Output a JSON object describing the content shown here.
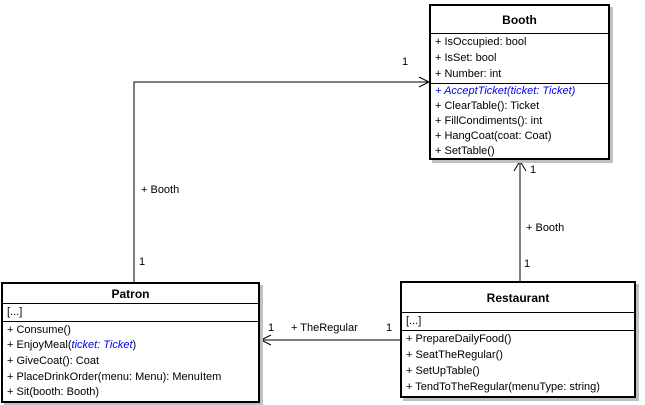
{
  "colors": {
    "abstract_blue": "#0000ee",
    "box_border": "#000000",
    "box_shadow": "#c0c0c0",
    "edge_line": "#000000",
    "background": "#ffffff"
  },
  "classes": {
    "booth": {
      "name": "Booth",
      "attributes": [
        {
          "segments": [
            {
              "text": "+ IsOccupied: bool"
            }
          ]
        },
        {
          "segments": [
            {
              "text": "+ IsSet: bool"
            }
          ]
        },
        {
          "segments": [
            {
              "text": "+ Number: int"
            }
          ]
        }
      ],
      "methods": [
        {
          "segments": [
            {
              "text": "+ AcceptTicket(ticket: Ticket)",
              "abstract": true
            }
          ]
        },
        {
          "segments": [
            {
              "text": "+ ClearTable(): Ticket"
            }
          ]
        },
        {
          "segments": [
            {
              "text": "+ FillCondiments(): int"
            }
          ]
        },
        {
          "segments": [
            {
              "text": "+ HangCoat(coat: Coat)"
            }
          ]
        },
        {
          "segments": [
            {
              "text": "+ SetTable()"
            }
          ]
        }
      ]
    },
    "patron": {
      "name": "Patron",
      "attributes": [
        {
          "segments": [
            {
              "text": "[...]"
            }
          ]
        }
      ],
      "methods": [
        {
          "segments": [
            {
              "text": "+ Consume()"
            }
          ]
        },
        {
          "segments": [
            {
              "text": "+ EnjoyMeal("
            },
            {
              "text": "ticket: Ticket",
              "abstract": true
            },
            {
              "text": ")"
            }
          ]
        },
        {
          "segments": [
            {
              "text": "+ GiveCoat(): Coat"
            }
          ]
        },
        {
          "segments": [
            {
              "text": "+ PlaceDrinkOrder(menu: Menu): MenuItem"
            }
          ]
        },
        {
          "segments": [
            {
              "text": "+ Sit(booth: Booth)"
            }
          ]
        }
      ]
    },
    "restaurant": {
      "name": "Restaurant",
      "attributes": [
        {
          "segments": [
            {
              "text": "[...]"
            }
          ]
        }
      ],
      "methods": [
        {
          "segments": [
            {
              "text": "+ PrepareDailyFood()"
            }
          ]
        },
        {
          "segments": [
            {
              "text": "+ SeatTheRegular()"
            }
          ]
        },
        {
          "segments": [
            {
              "text": "+ SetUpTable()"
            }
          ]
        },
        {
          "segments": [
            {
              "text": "+ TendToTheRegular(menuType: string)"
            }
          ]
        }
      ]
    }
  },
  "associations": {
    "patron_to_booth": {
      "role": "+ Booth",
      "mult_at_booth": "1",
      "mult_at_patron": "1"
    },
    "restaurant_to_booth": {
      "role": "+ Booth",
      "mult_at_booth": "1",
      "mult_at_restaurant": "1"
    },
    "restaurant_to_patron": {
      "role": "+ TheRegular",
      "mult_at_patron": "1",
      "mult_at_restaurant": "1"
    }
  }
}
